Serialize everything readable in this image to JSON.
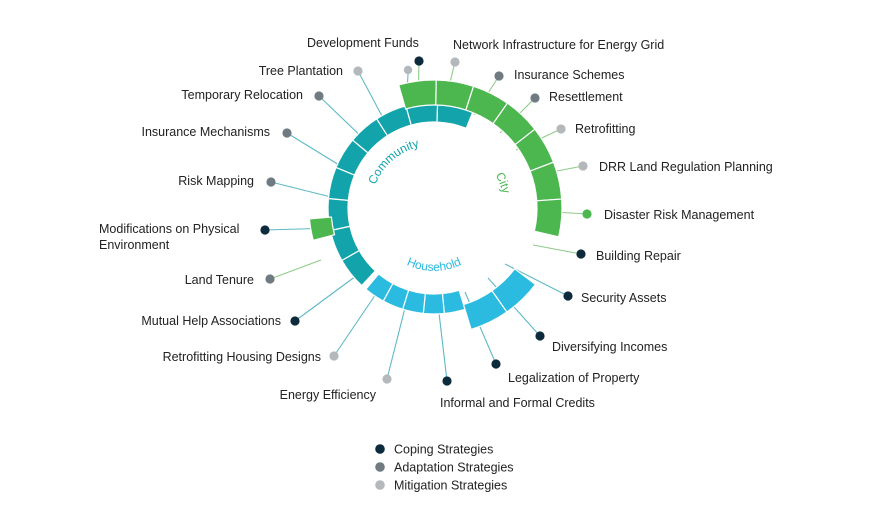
{
  "colors": {
    "community": "#12a3ab",
    "city": "#4cb74f",
    "household": "#2bbbe0",
    "coping": "#0d2b3c",
    "adaptation": "#6f7b80",
    "mitigation": "#b5b8ba",
    "line_community": "#5fb9c6",
    "line_city": "#8fcb88",
    "line_household": "#5fb9c6"
  },
  "groups": [
    {
      "key": "community",
      "label": "Community"
    },
    {
      "key": "city",
      "label": "City"
    },
    {
      "key": "household",
      "label": "Household"
    }
  ],
  "strategies": [
    {
      "label": "Development Funds",
      "group": "city",
      "type": "coping"
    },
    {
      "label": "Network Infrastructure for Energy Grid",
      "group": "city",
      "type": "mitigation"
    },
    {
      "label": "Insurance Schemes",
      "group": "city",
      "type": "adaptation"
    },
    {
      "label": "Resettlement",
      "group": "city",
      "type": "adaptation"
    },
    {
      "label": "Retrofitting",
      "group": "city",
      "type": "mitigation"
    },
    {
      "label": "DRR Land Regulation Planning",
      "group": "city",
      "type": "mitigation"
    },
    {
      "label": "Disaster Risk Management",
      "group": "city",
      "type": "city"
    },
    {
      "label": "Building Repair",
      "group": "city",
      "type": "coping"
    },
    {
      "label": "Security Assets",
      "group": "household",
      "type": "coping"
    },
    {
      "label": "Diversifying Incomes",
      "group": "household",
      "type": "coping"
    },
    {
      "label": "Legalization of Property",
      "group": "household",
      "type": "coping"
    },
    {
      "label": "Informal and Formal Credits",
      "group": "household",
      "type": "coping"
    },
    {
      "label": "Energy Efficiency",
      "group": "household",
      "type": "mitigation"
    },
    {
      "label": "Retrofitting Housing Designs",
      "group": "household",
      "type": "mitigation"
    },
    {
      "label": "Mutual Help Associations",
      "group": "community",
      "type": "coping"
    },
    {
      "label": "Land Tenure",
      "group": "city",
      "type": "adaptation"
    },
    {
      "label": "Modifications on Physical Environment",
      "group": "community",
      "type": "coping"
    },
    {
      "label": "Risk Mapping",
      "group": "community",
      "type": "adaptation"
    },
    {
      "label": "Insurance Mechanisms",
      "group": "community",
      "type": "adaptation"
    },
    {
      "label": "Temporary Relocation",
      "group": "community",
      "type": "adaptation"
    },
    {
      "label": "Tree Plantation",
      "group": "community",
      "type": "mitigation"
    }
  ],
  "extra_dot": {
    "type": "mitigation"
  },
  "legend": [
    {
      "label": "Coping Strategies",
      "type": "coping"
    },
    {
      "label": "Adaptation Strategies",
      "type": "adaptation"
    },
    {
      "label": "Mitigation Strategies",
      "type": "mitigation"
    }
  ]
}
